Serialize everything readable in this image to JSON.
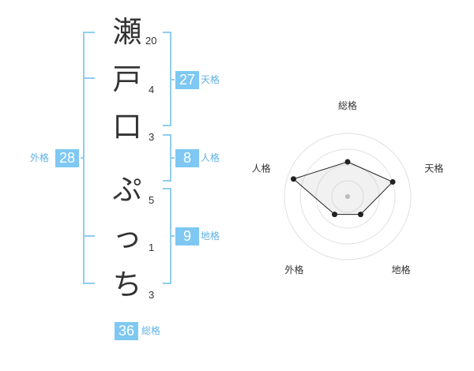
{
  "name_chars": [
    {
      "char": "瀬",
      "strokes": "20"
    },
    {
      "char": "戸",
      "strokes": "4"
    },
    {
      "char": "口",
      "strokes": "3"
    },
    {
      "char": "ぷ",
      "strokes": "5"
    },
    {
      "char": "っ",
      "strokes": "1"
    },
    {
      "char": "ち",
      "strokes": "3"
    }
  ],
  "kaku": {
    "tenkaku": {
      "value": "27",
      "label": "天格"
    },
    "jinkaku": {
      "value": "8",
      "label": "人格"
    },
    "chikaku": {
      "value": "9",
      "label": "地格"
    },
    "gaikaku": {
      "value": "28",
      "label": "外格"
    },
    "soukaku": {
      "value": "36",
      "label": "総格"
    }
  },
  "colors": {
    "accent": "#7ec8f3",
    "label": "#5fb2e6",
    "bracket": "#8fcdf2",
    "text": "#333333"
  },
  "chart_data": {
    "type": "radar",
    "axes": [
      "総格",
      "天格",
      "地格",
      "外格",
      "人格"
    ],
    "rings": 4,
    "values": [
      0.55,
      0.75,
      0.35,
      0.35,
      0.9
    ]
  }
}
